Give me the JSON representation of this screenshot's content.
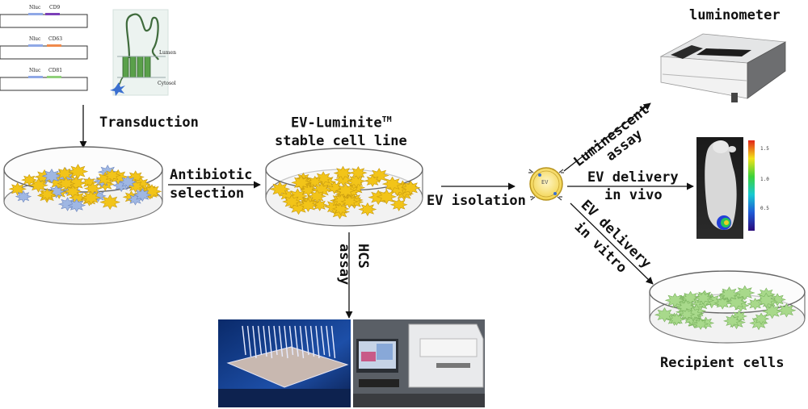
{
  "constructs": [
    {
      "left_label": "Nluc",
      "right_label": "CD9",
      "right_color": "#7b3fb8"
    },
    {
      "left_label": "Nluc",
      "right_label": "CD63",
      "right_color": "#f08a4b"
    },
    {
      "left_label": "Nluc",
      "right_label": "CD81",
      "right_color": "#8fd07a"
    }
  ],
  "membrane_labels": {
    "lumen": "Lumen",
    "cytosol": "Cytosol"
  },
  "labels": {
    "transduction": "Transduction",
    "antibiotic_selection_1": "Antibiotic",
    "antibiotic_selection_2": "selection",
    "ev_luminite_1": "EV-Luminite",
    "ev_luminite_tm": "TM",
    "ev_luminite_2": "stable cell line",
    "ev_isolation": "EV isolation",
    "ev_badge": "EV",
    "hcs_1": "HCS",
    "hcs_2": "assay",
    "luminescent_1": "Luminescent",
    "luminescent_2": "assay",
    "luminometer": "luminometer",
    "delivery_vivo_1": "EV delivery",
    "delivery_vivo_2": "in vivo",
    "delivery_vitro_1": "EV delivery",
    "delivery_vitro_2": "in vitro",
    "recipient_cells": "Recipient cells"
  },
  "colorbar_ticks": [
    "1.5",
    "1.0",
    "0.5"
  ],
  "colors": {
    "yellow_cell": "#f2c419",
    "blue_cell": "#9fb7e3",
    "green_cell": "#a8d98b",
    "arrow": "#111111"
  }
}
